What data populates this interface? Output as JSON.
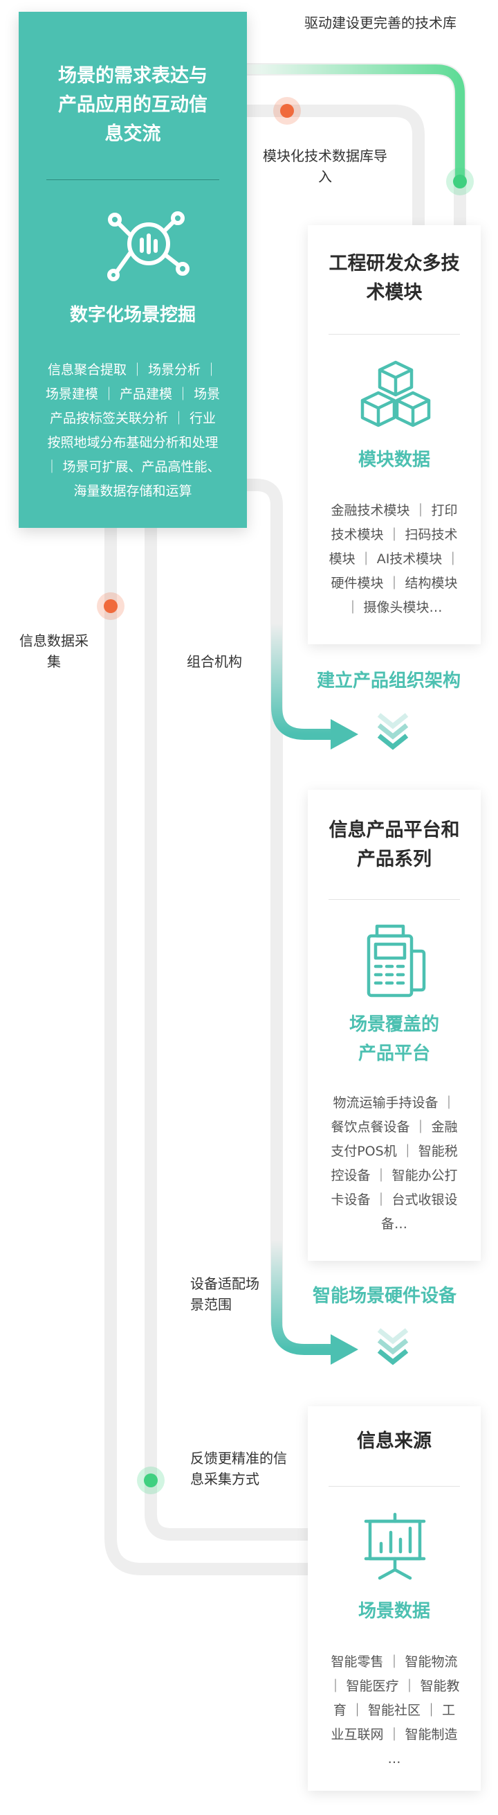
{
  "main_card": {
    "title": "场景的需求表达与产品应用的互动信息交流",
    "subtitle": "数字化场景挖掘",
    "description": "信息聚合提取 ｜ 场景分析 ｜ 场景建模 ｜ 产品建模 ｜ 场景产品按标签关联分析 ｜ 行业按照地域分布基础分析和处理 ｜ 场景可扩展、产品高性能、海量数据存储和运算",
    "icon": "data-network-icon"
  },
  "cards": [
    {
      "title": "工程研发众多技术模块",
      "subtitle": "模块数据",
      "description": "金融技术模块 ｜ 打印技术模块 ｜ 扫码技术模块 ｜ AI技术模块 ｜ 硬件模块 ｜ 结构模块 ｜ 摄像头模块…",
      "icon": "cubes-icon"
    },
    {
      "title": "信息产品平台和产品系列",
      "subtitle": "场景覆盖的产品平台",
      "description": "物流运输手持设备 ｜ 餐饮点餐设备 ｜ 金融支付POS机 ｜ 智能税控设备 ｜ 智能办公打卡设备 ｜ 台式收银设备…",
      "icon": "pos-terminal-icon"
    },
    {
      "title": "信息来源",
      "subtitle": "场景数据",
      "description": "智能零售 ｜ 智能物流 ｜ 智能医疗 ｜ 智能教育 ｜ 智能社区 ｜ 工业互联网 ｜ 智能制造 …",
      "icon": "presentation-chart-icon"
    }
  ],
  "flow_labels": {
    "drive": "驱动建设更完善的技术库",
    "import": "模块化技术数据库导入",
    "collect": "信息数据采集",
    "combine": "组合机构",
    "adapt": "设备适配场景范围",
    "feedback": "反馈更精准的信息采集方式"
  },
  "stage_headings": {
    "architecture": "建立产品组织架构",
    "hardware": "智能场景硬件设备"
  },
  "colors": {
    "teal": "#4cc0b1",
    "green": "#4cd98a",
    "orange": "#f06a3c",
    "track": "#eeeeee"
  }
}
